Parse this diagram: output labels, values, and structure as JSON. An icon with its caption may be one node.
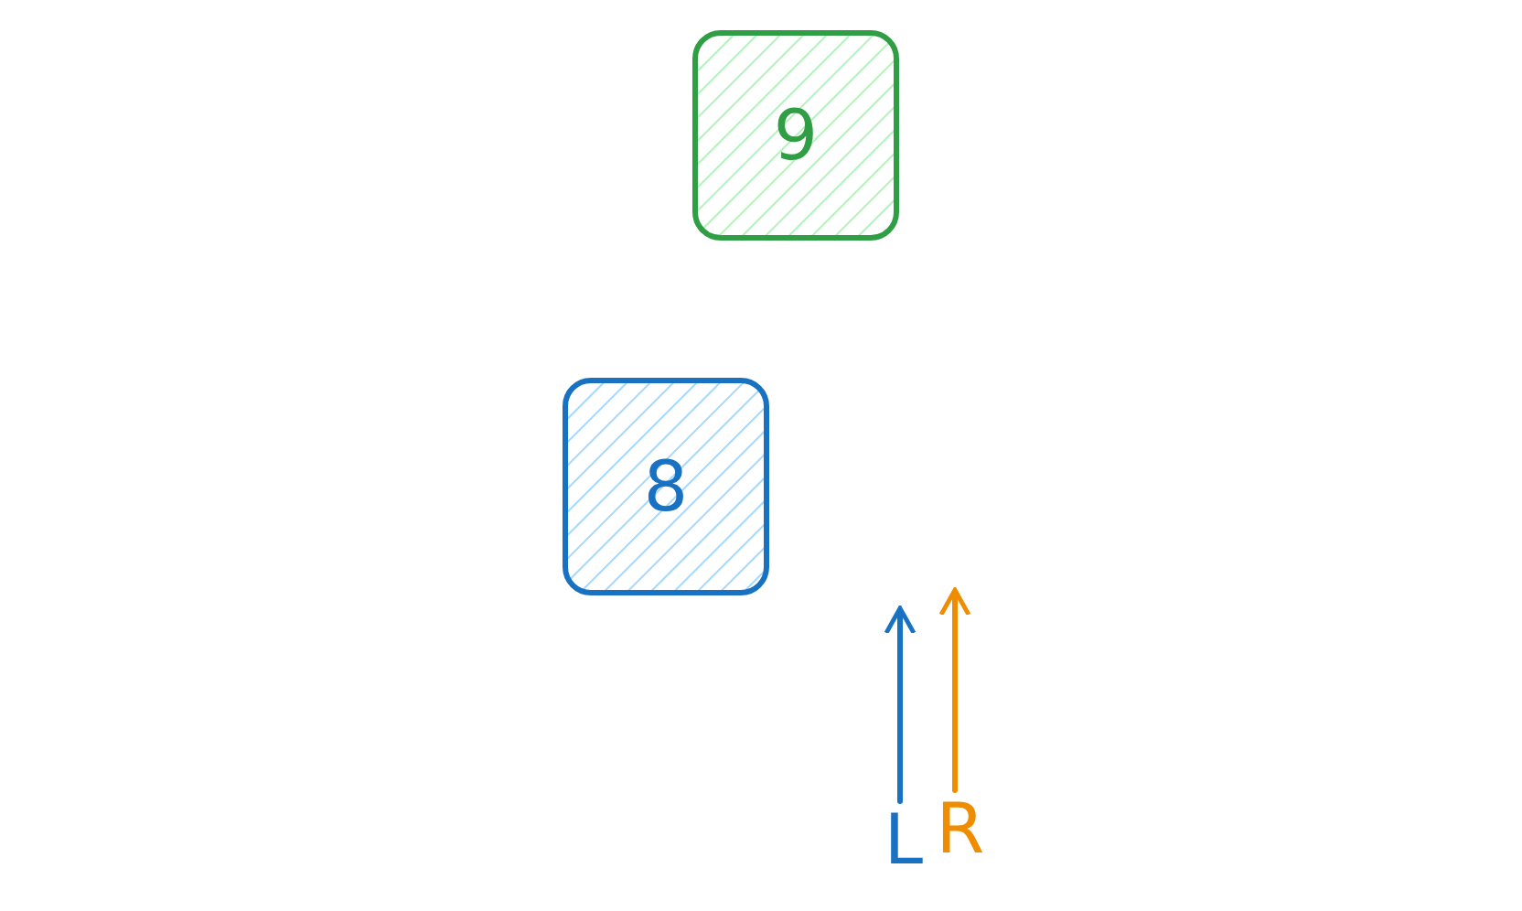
{
  "diagram": {
    "nodes": [
      {
        "text": [
          "9"
        ]
      },
      {
        "text": [
          "8"
        ]
      },
      {
        "text": [
          "L"
        ]
      },
      {
        "text": [
          "R"
        ]
      }
    ],
    "edges": [
      {
        "from": 2,
        "to": null,
        "arrow": "to",
        "color": "#1971c2"
      },
      {
        "from": 3,
        "to": null,
        "arrow": "to",
        "color": "#f08c00"
      }
    ]
  }
}
